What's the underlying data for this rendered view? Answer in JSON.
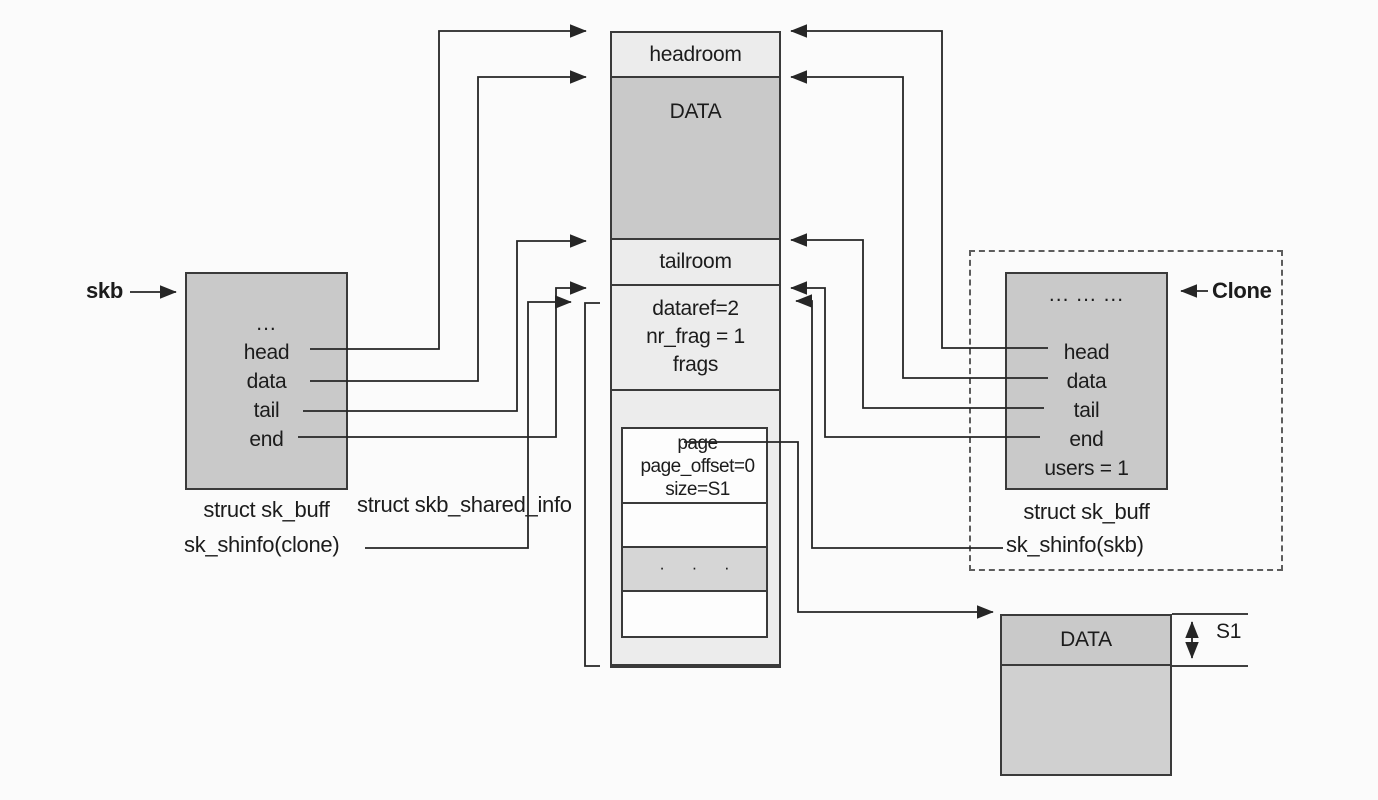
{
  "pointers": {
    "skb_label": "skb",
    "clone_label": "Clone"
  },
  "left_skb": {
    "dots": "...",
    "fields": [
      "head",
      "data",
      "tail",
      "end"
    ],
    "caption": "struct sk_buff",
    "shinfo_label": "sk_shinfo(clone)"
  },
  "right_skb": {
    "dots": "...  ...  ...",
    "fields": [
      "head",
      "data",
      "tail",
      "end"
    ],
    "users_field": "users = 1",
    "caption": "struct sk_buff",
    "shinfo_label": "sk_shinfo(skb)"
  },
  "buffer": {
    "headroom_label": "headroom",
    "data_label": "DATA",
    "tailroom_label": "tailroom",
    "shared_info_fields": [
      "dataref=2",
      "nr_frag = 1",
      "frags"
    ],
    "shared_info_caption": "struct skb_shared_info",
    "frag_descriptor": [
      "page",
      "page_offset=0",
      "size=S1"
    ],
    "frag_dots": "· · ·"
  },
  "fragment_box": {
    "data_label": "DATA",
    "size_label": "S1"
  },
  "colors": {
    "box_gray": "#c9c9c9",
    "section_light": "#ececec",
    "dots_cell_gray": "#d6d6d6",
    "fragment_rest_gray": "#d0d0d0",
    "line_color": "#262626",
    "background": "#fbfbfb"
  }
}
